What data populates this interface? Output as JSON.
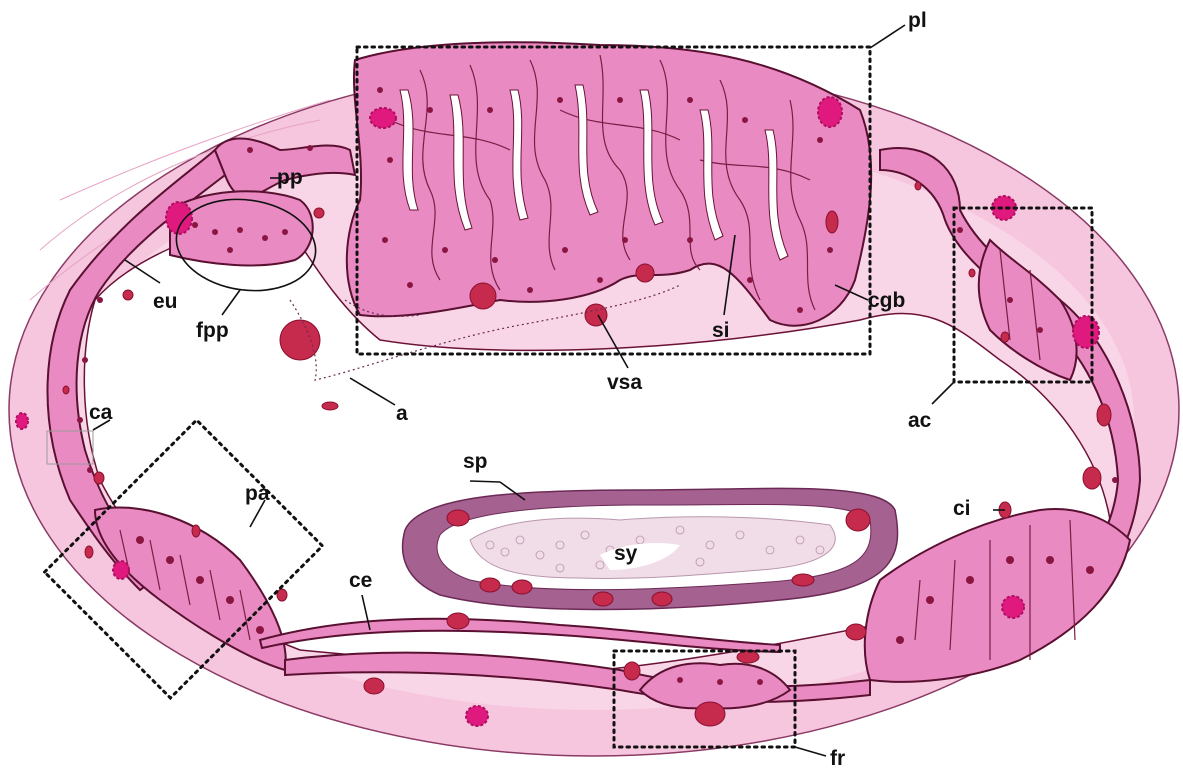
{
  "colors": {
    "background": "#ffffff",
    "connective_tissue": "#f6c6de",
    "epithelium": "#e98bc2",
    "nucleus": "#8a1540",
    "vessel": "#c62a4c",
    "magenta_cell": "#e0197f",
    "spongy_layer": "#a5618f",
    "syncytium": "#f1dde8"
  },
  "labels": {
    "pl": "pl",
    "pp": "pp",
    "eu": "eu",
    "fpp": "fpp",
    "cgb": "cgb",
    "si": "si",
    "vsa": "vsa",
    "a": "a",
    "ac": "ac",
    "ca": "ca",
    "pa": "pa",
    "sp": "sp",
    "sy": "sy",
    "ci": "ci",
    "ce": "ce",
    "fr": "fr"
  }
}
